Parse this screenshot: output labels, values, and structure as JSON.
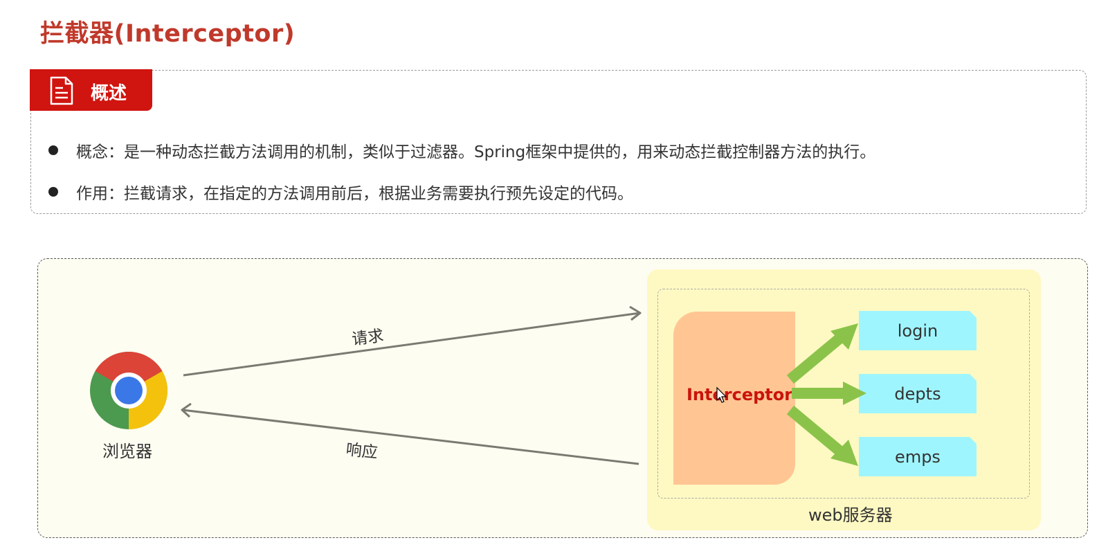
{
  "title": "拦截器(Interceptor)",
  "overview": {
    "badge_label": "概述",
    "bullets": [
      "概念：是一种动态拦截方法调用的机制，类似于过滤器。Spring框架中提供的，用来动态拦截控制器方法的执行。",
      "作用：拦截请求，在指定的方法调用前后，根据业务需要执行预先设定的代码。"
    ]
  },
  "diagram": {
    "browser_label": "浏览器",
    "request_label": "请求",
    "response_label": "响应",
    "server_label": "web服务器",
    "interceptor_label": "Interceptor",
    "endpoints": [
      "login",
      "depts",
      "emps"
    ],
    "colors": {
      "interceptor_fill": "#ffc693",
      "endpoint_fill": "#9ff5fd",
      "server_fill": "#fef9c2",
      "arrow_green": "#8bc34a",
      "arrow_gray": "#7a7a72"
    },
    "icons": [
      "chrome-browser-icon",
      "document-icon",
      "mouse-cursor-icon"
    ]
  }
}
